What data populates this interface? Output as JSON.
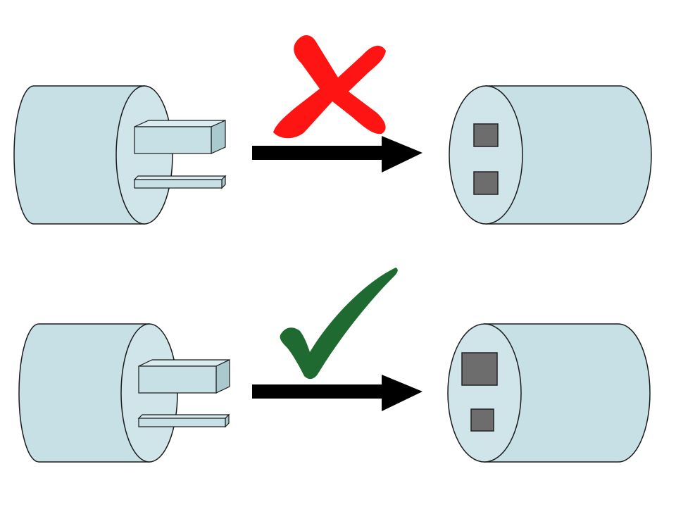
{
  "diagram": {
    "rows": [
      {
        "id": "wrong-fit",
        "verdict": "incorrect",
        "verdict_mark": "cross-icon",
        "plug_prongs": [
          "wide-prong",
          "narrow-prong"
        ],
        "socket_slots": [
          "small-slot",
          "small-slot"
        ]
      },
      {
        "id": "correct-fit",
        "verdict": "correct",
        "verdict_mark": "checkmark-icon",
        "plug_prongs": [
          "wide-prong",
          "narrow-prong"
        ],
        "socket_slots": [
          "large-slot",
          "small-slot"
        ]
      }
    ],
    "colors": {
      "cylinder_fill": "#c6e0e5",
      "outline": "#1a1a1a",
      "slot_fill": "#6d6d6d",
      "arrow": "#000000",
      "cross": "#ff1414",
      "check": "#1e6a30"
    }
  }
}
